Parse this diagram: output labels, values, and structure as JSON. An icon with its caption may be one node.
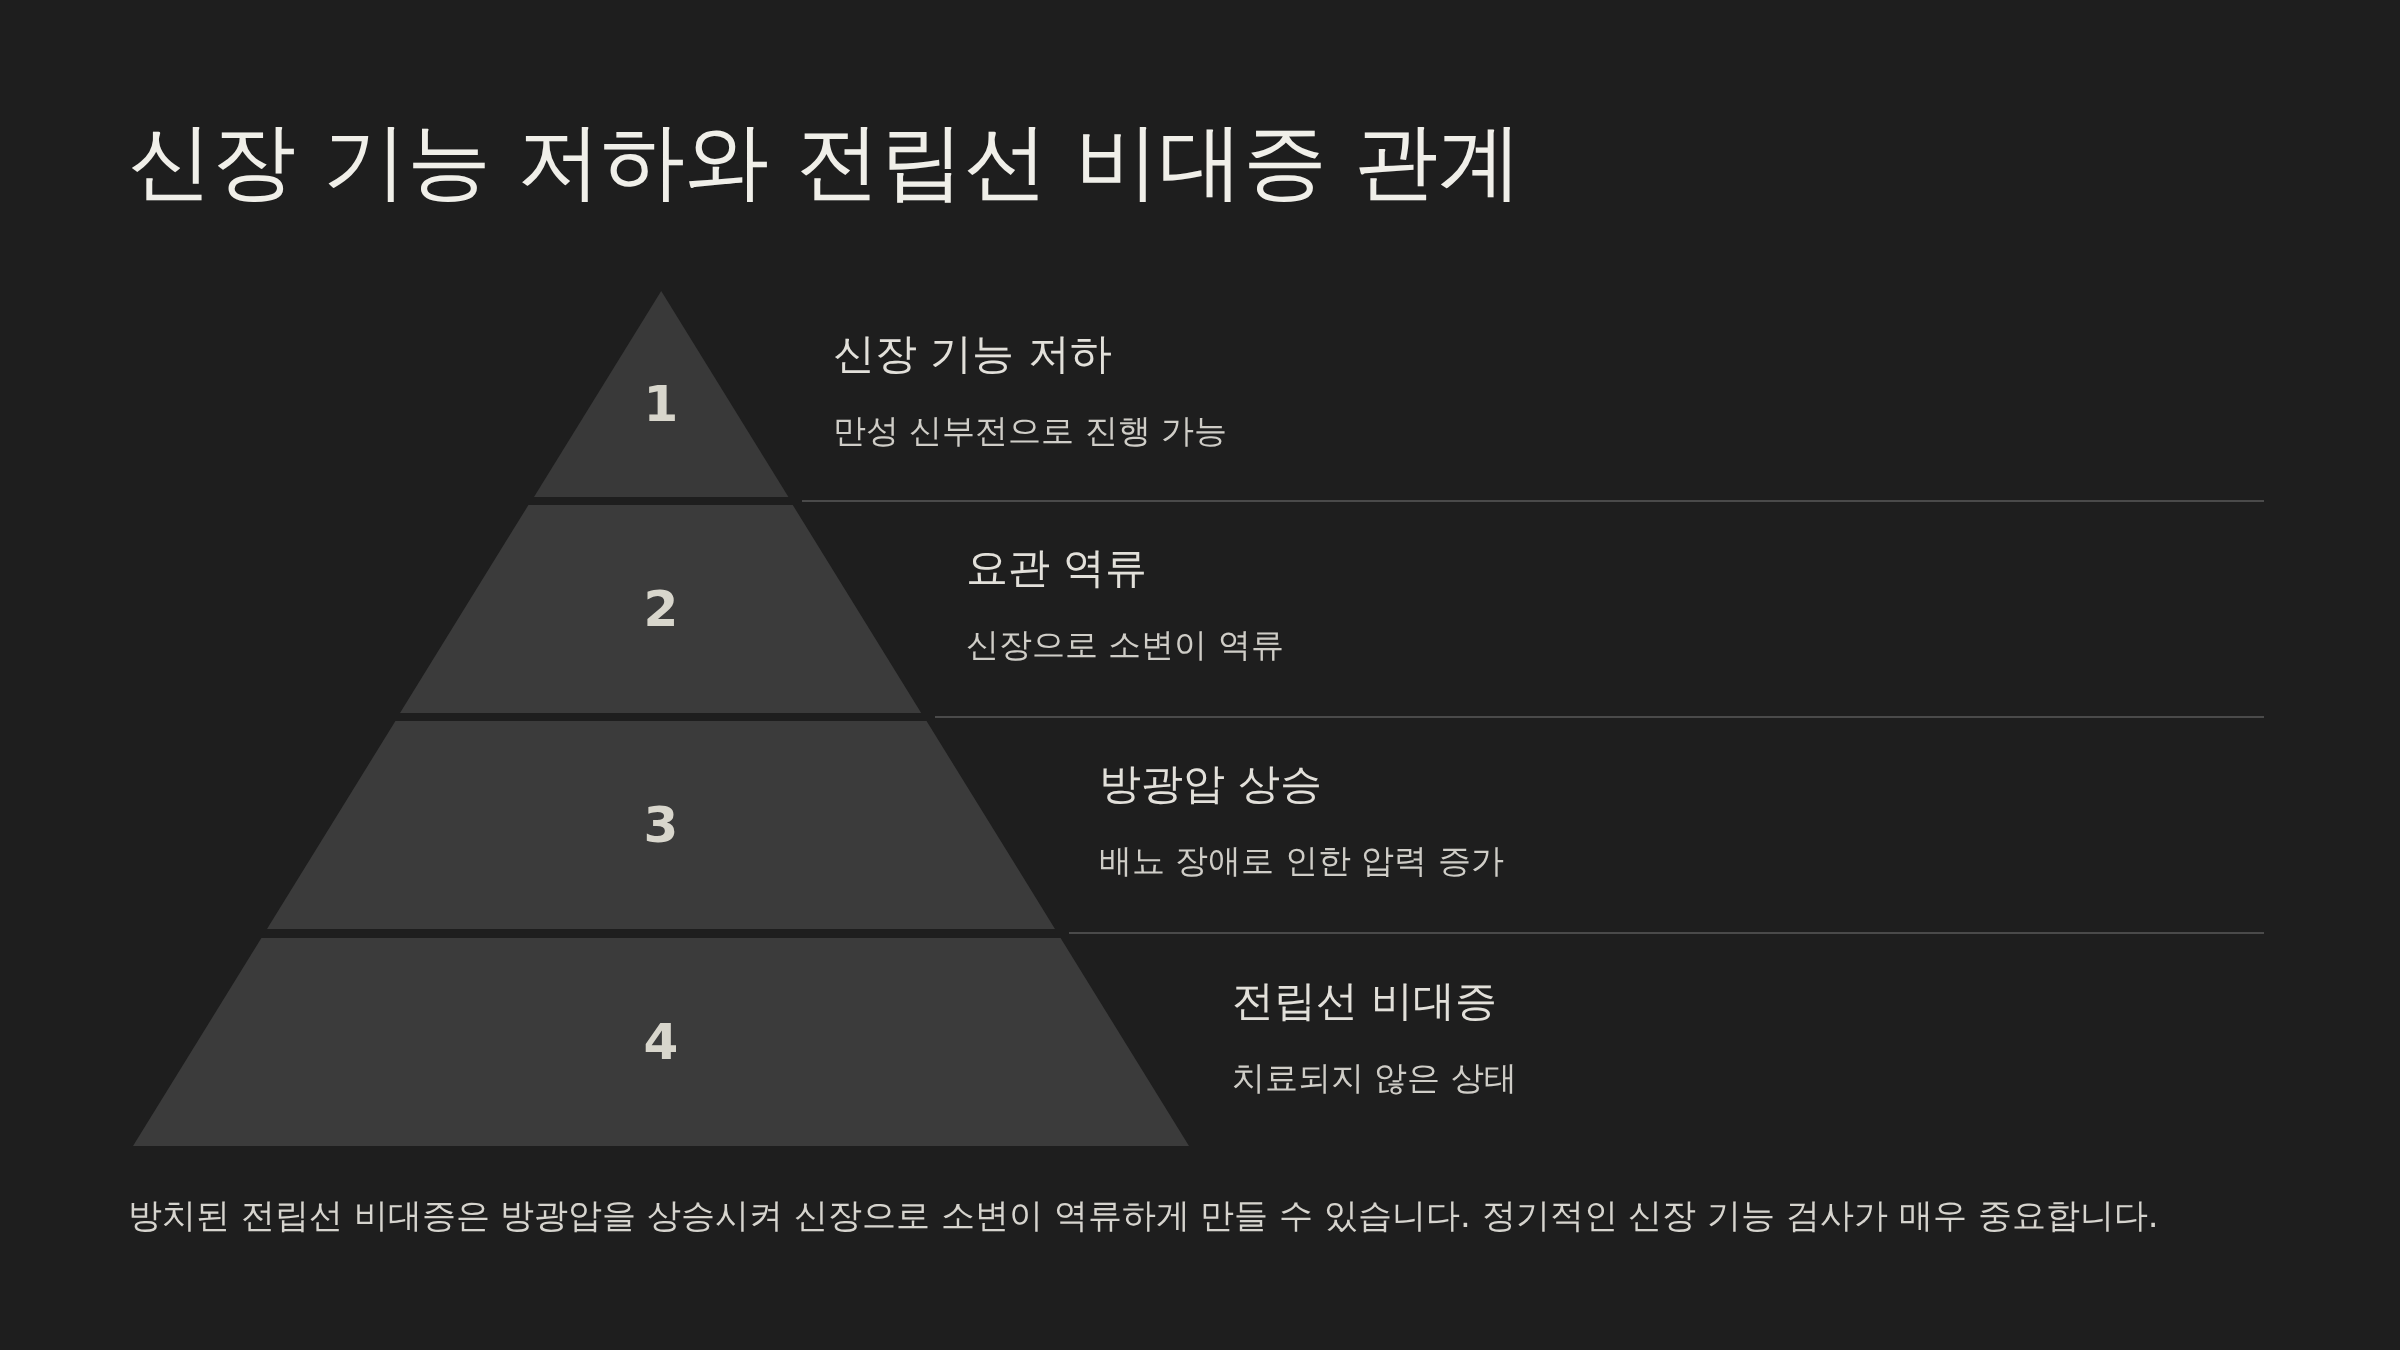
{
  "diagram": {
    "title": "신장 기능 저하와 전립선 비대증 관계",
    "nodes": [
      {
        "text": [
          "1"
        ],
        "beside": [
          "신장 기능 저하",
          "만성 신부전으로 진행 가능"
        ]
      },
      {
        "text": [
          "2"
        ],
        "beside": [
          "요관 역류",
          "신장으로 소변이 역류"
        ]
      },
      {
        "text": [
          "3"
        ],
        "beside": [
          "방광압 상승",
          "배뇨 장애로 인한 압력 증가"
        ]
      },
      {
        "text": [
          "4"
        ],
        "beside": [
          "전립선 비대증",
          "치료되지 않은 상태"
        ]
      }
    ],
    "caption": "방치된 전립선 비대증은 방광압을 상승시켜 신장으로 소변이 역류하게 만들 수 있습니다. 정기적인 신장 기능 검사가 매우 중요합니다."
  }
}
